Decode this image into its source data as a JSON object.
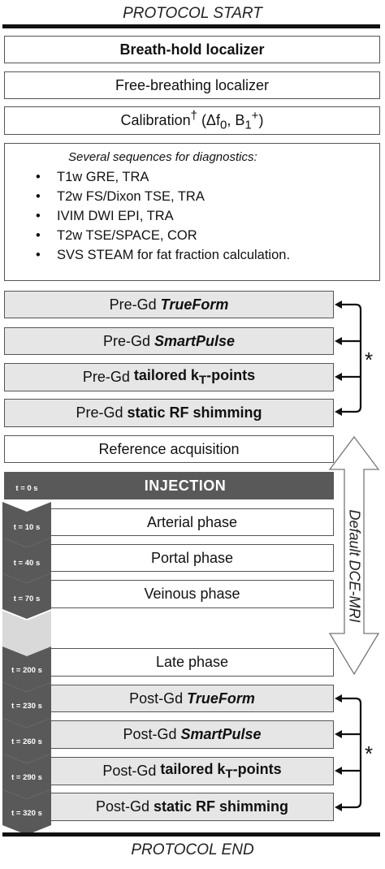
{
  "protocol_start": "PROTOCOL START",
  "protocol_end": "PROTOCOL END",
  "boxes": {
    "breath_hold": "Breath-hold localizer",
    "free_breathing": "Free-breathing localizer",
    "calibration": "Calibration",
    "calibration_dagger": "†",
    "calibration_params": " (Δf",
    "calibration_sub0": "0",
    "calibration_mid": ", B",
    "calibration_sub1": "1",
    "calibration_sup": "+",
    "calibration_close": ")",
    "diagnostics_title": "Several sequences for diagnostics:",
    "diagnostics_items": [
      "T1w GRE, TRA",
      "T2w FS/Dixon TSE, TRA",
      "IVIM DWI EPI, TRA",
      "T2w TSE/SPACE, COR",
      "SVS STEAM for fat fraction calculation."
    ],
    "pre_prefix": "Pre-Gd ",
    "post_prefix": "Post-Gd ",
    "trueform": "TrueForm",
    "smartpulse": "SmartPulse",
    "tailored": "tailored k",
    "tailored_sub": "T",
    "tailored_suffix": "-points",
    "static_rf": "static RF shimming",
    "reference": "Reference acquisition",
    "injection": "INJECTION",
    "arterial": "Arterial phase",
    "portal": "Portal phase",
    "veinous": "Veinous phase",
    "late": "Late phase"
  },
  "times": [
    "t = 0 s",
    "t = 10 s",
    "t = 40 s",
    "t = 70 s",
    "t = 200 s",
    "t = 230 s",
    "t = 260 s",
    "t = 290 s",
    "t = 320 s"
  ],
  "default_dce": "Default DCE-MRI",
  "asterisk": "*",
  "colors": {
    "dark": "#595959",
    "gray_fill": "#e6e6e6",
    "light_chevron": "#d9d9d9"
  }
}
